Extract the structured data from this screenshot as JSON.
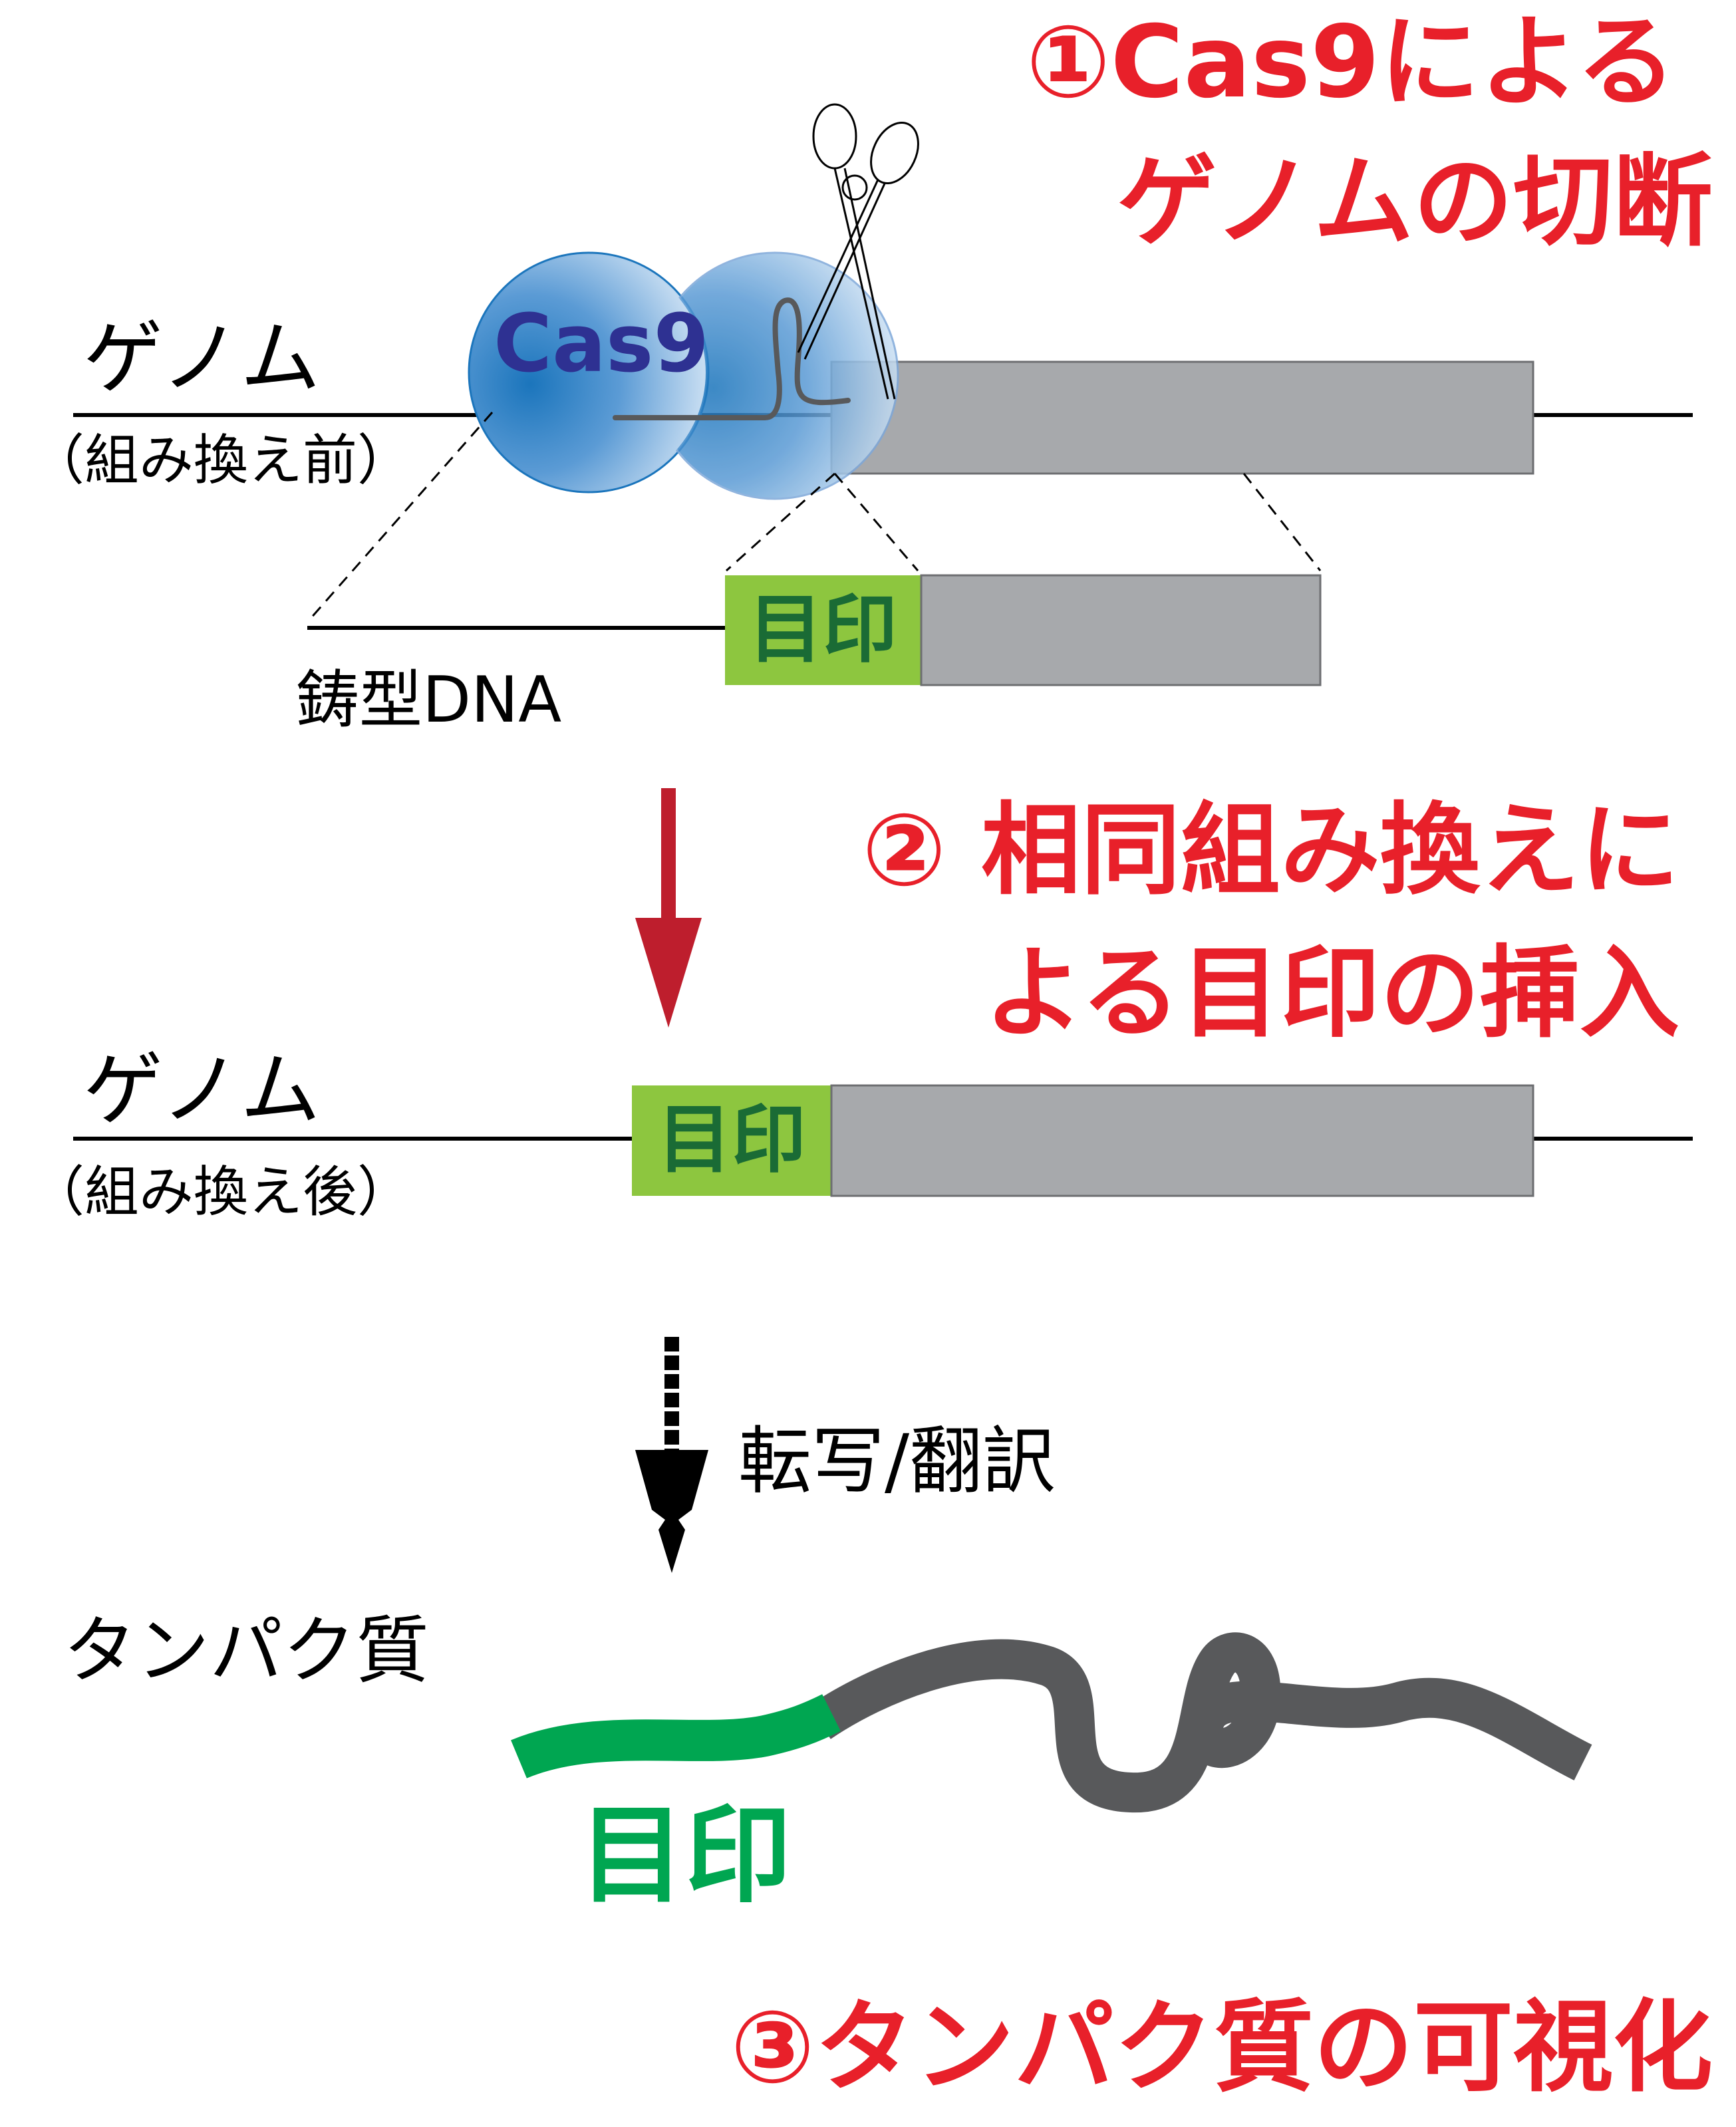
{
  "step1": {
    "line1": "①Cas9による",
    "line2": "ゲノムの切断"
  },
  "step2": {
    "line1": "② 相同組み換えに",
    "line2": "よる目印の挿入"
  },
  "step3": {
    "label": "③タンパク質の可視化"
  },
  "genome_before": {
    "title": "ゲノム",
    "subtitle": "（組み換え前）"
  },
  "genome_after": {
    "title": "ゲノム",
    "subtitle": "（組み換え後）"
  },
  "cas9": {
    "label": "Cas9"
  },
  "template": {
    "label": "鋳型DNA"
  },
  "marker": {
    "label": "目印"
  },
  "transcription": {
    "label": "転写/翻訳"
  },
  "protein": {
    "label": "タンパク質"
  },
  "icons": {
    "scissors": "scissors-icon"
  },
  "colors": {
    "step_text": "#e8202a",
    "cas9_text": "#2e3192",
    "gene_box": "#a7a9ac",
    "marker_box": "#8dc63f",
    "marker_text": "#1a6b35",
    "protein_marker": "#00a651",
    "protein_body": "#58595b",
    "arrow_red": "#be1e2d"
  }
}
